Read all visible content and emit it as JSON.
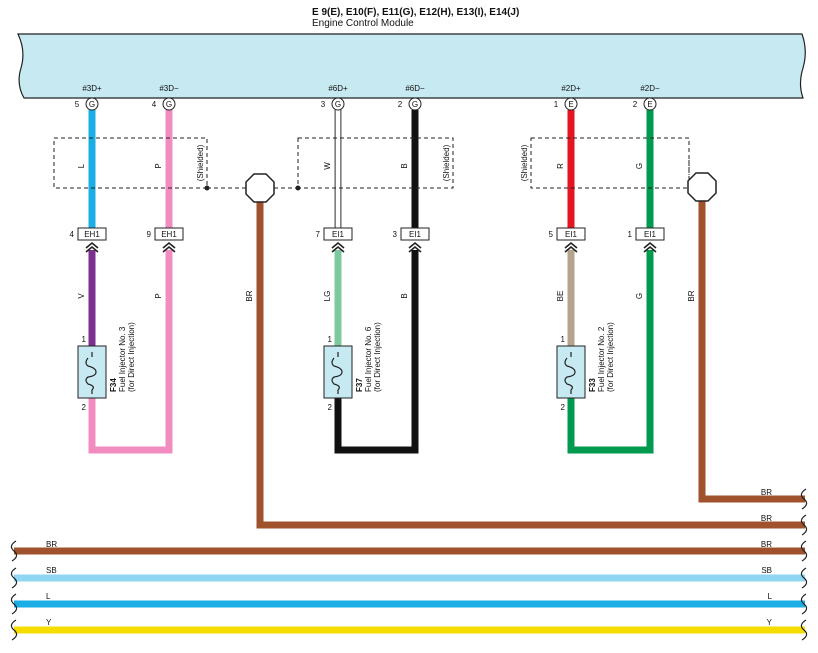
{
  "ecm": {
    "connectors_title": "E 9(E), E10(F), E11(G), E12(H), E13(I), E14(J)",
    "name": "Engine Control Module",
    "fill_color": "#c7e9f2"
  },
  "terminals": [
    {
      "id": "t1",
      "pin": "5",
      "letter": "G",
      "signal": "#3D+"
    },
    {
      "id": "t2",
      "pin": "4",
      "letter": "G",
      "signal": "#3D−"
    },
    {
      "id": "t3",
      "pin": "3",
      "letter": "G",
      "signal": "#6D+"
    },
    {
      "id": "t4",
      "pin": "2",
      "letter": "G",
      "signal": "#6D−"
    },
    {
      "id": "t5",
      "pin": "1",
      "letter": "E",
      "signal": "#2D+"
    },
    {
      "id": "t6",
      "pin": "2",
      "letter": "E",
      "signal": "#2D−"
    }
  ],
  "wire_colors_upper": [
    {
      "id": "u1",
      "label": "L",
      "color": "#1aaee5"
    },
    {
      "id": "u2",
      "label": "P",
      "color": "#f28cc0"
    },
    {
      "id": "u3",
      "label": "W",
      "color": "#ffffff"
    },
    {
      "id": "u4",
      "label": "B",
      "color": "#111111"
    },
    {
      "id": "u5",
      "label": "R",
      "color": "#e3151f"
    },
    {
      "id": "u6",
      "label": "G",
      "color": "#009a4e"
    }
  ],
  "shield_label": "(Shielded)",
  "ground_wire": {
    "label": "BR",
    "color": "#a0522d"
  },
  "junction_connectors": [
    {
      "id": "j1",
      "pin": "4",
      "name": "EH1"
    },
    {
      "id": "j2",
      "pin": "9",
      "name": "EH1"
    },
    {
      "id": "j3",
      "pin": "7",
      "name": "EI1"
    },
    {
      "id": "j4",
      "pin": "3",
      "name": "EI1"
    },
    {
      "id": "j5",
      "pin": "5",
      "name": "EI1"
    },
    {
      "id": "j6",
      "pin": "1",
      "name": "EI1"
    }
  ],
  "wire_colors_lower": [
    {
      "id": "w1",
      "label": "V",
      "color": "#7b2f8f"
    },
    {
      "id": "w2",
      "label": "P",
      "color": "#f28cc0"
    },
    {
      "id": "w3",
      "label": "LG",
      "color": "#7cc9a0"
    },
    {
      "id": "w4",
      "label": "B",
      "color": "#111111"
    },
    {
      "id": "w5",
      "label": "BE",
      "color": "#b5a48c"
    },
    {
      "id": "w6",
      "label": "G",
      "color": "#009a4e"
    }
  ],
  "injectors": [
    {
      "id": "F34",
      "code": "F34",
      "line1": "Fuel Injector No. 3",
      "line2": "(for Direct Injection)",
      "pin_top": "1",
      "pin_bottom": "2"
    },
    {
      "id": "F37",
      "code": "F37",
      "line1": "Fuel Injector No. 6",
      "line2": "(for Direct Injection)",
      "pin_top": "1",
      "pin_bottom": "2"
    },
    {
      "id": "F33",
      "code": "F33",
      "line1": "Fuel Injector No. 2",
      "line2": "(for Direct Injection)",
      "pin_top": "1",
      "pin_bottom": "2"
    }
  ],
  "buses": [
    {
      "id": "b_br1",
      "label": "BR",
      "color": "#a0522d"
    },
    {
      "id": "b_br2",
      "label": "BR",
      "color": "#a0522d"
    },
    {
      "id": "b_br3",
      "label": "BR",
      "color": "#a0522d"
    },
    {
      "id": "b_sb",
      "label": "SB",
      "color": "#8fd6f2"
    },
    {
      "id": "b_l",
      "label": "L",
      "color": "#1aaee5"
    },
    {
      "id": "b_y",
      "label": "Y",
      "color": "#f5dd00"
    }
  ],
  "icons": [
    "shield-ground-icon",
    "injector-coil-icon",
    "connector-chevron-icon",
    "wire-break-icon"
  ]
}
